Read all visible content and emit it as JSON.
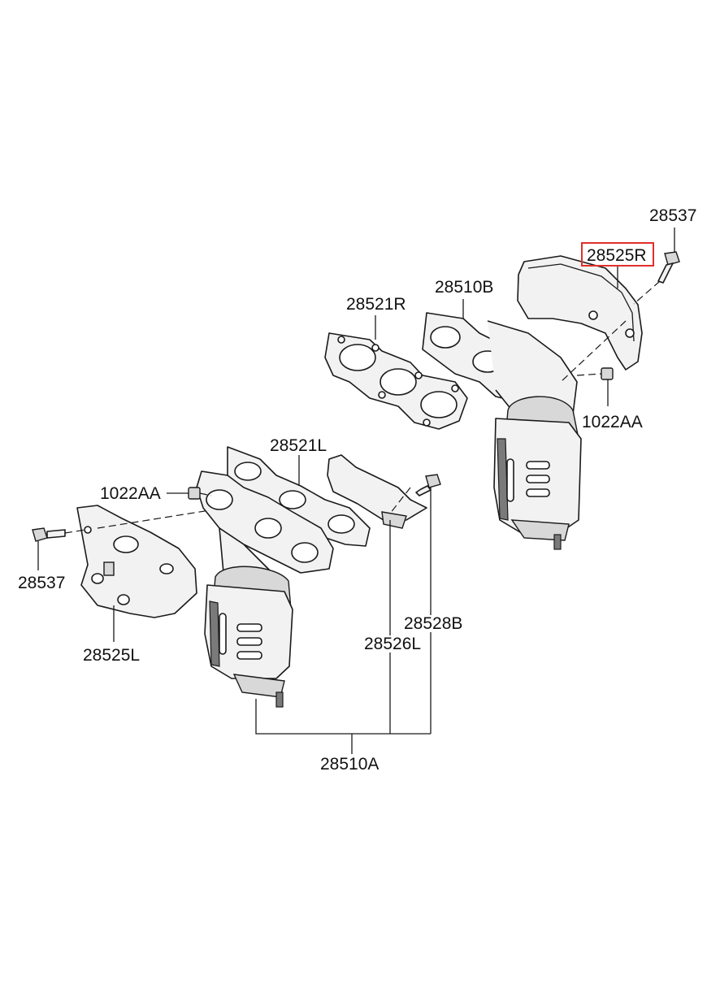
{
  "labels": {
    "bolt_top_right": "28537",
    "heat_shield_right": "28525R",
    "manifold_b": "28510B",
    "gasket_right": "28521R",
    "nut_right": "1022AA",
    "gasket_left": "28521L",
    "nut_left": "1022AA",
    "bolt_left": "28537",
    "heat_shield_left": "28525L",
    "bolt_center": "28528B",
    "bracket_left": "28526L",
    "manifold_a": "28510A"
  },
  "highlight_color": "#e0302a"
}
